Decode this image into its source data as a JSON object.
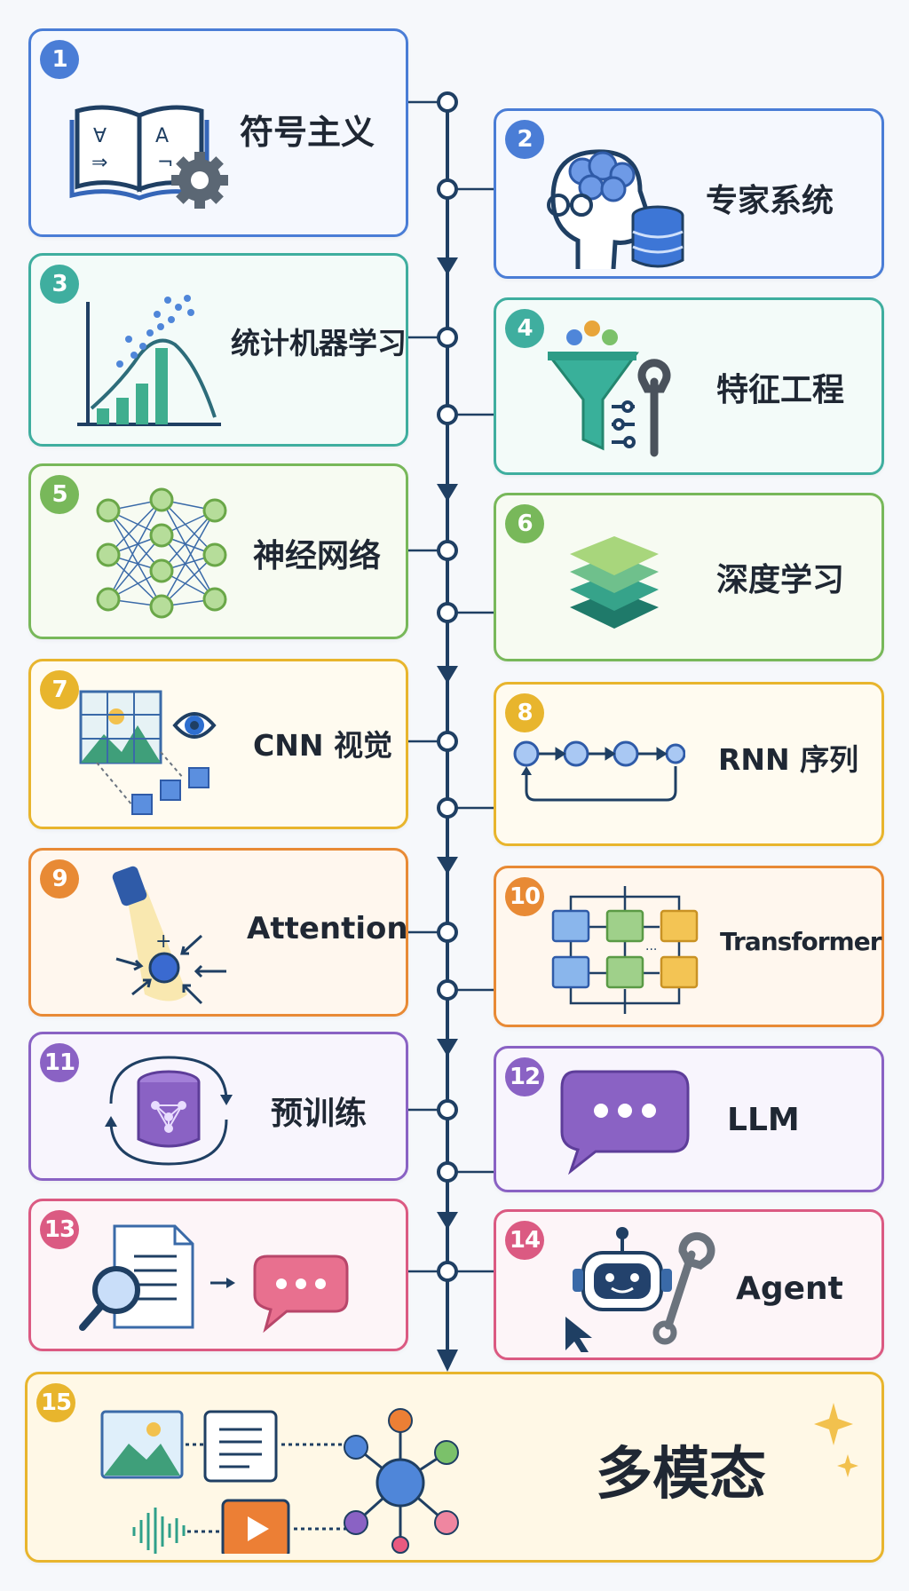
{
  "timeline": {
    "steps": [
      {
        "number": "1",
        "label": "符号主义",
        "color": "#4a7dd6",
        "bg": "#f5f8fe",
        "icon": "book-gear-icon"
      },
      {
        "number": "2",
        "label": "专家系统",
        "color": "#4a7dd6",
        "bg": "#f5f8fe",
        "icon": "brain-database-icon"
      },
      {
        "number": "3",
        "label": "统计机器学习",
        "color": "#3fae9f",
        "bg": "#f3fbf9",
        "icon": "statistics-chart-icon"
      },
      {
        "number": "4",
        "label": "特征工程",
        "color": "#3fae9f",
        "bg": "#f3fbf9",
        "icon": "funnel-wrench-icon"
      },
      {
        "number": "5",
        "label": "神经网络",
        "color": "#78b85a",
        "bg": "#f7fbf2",
        "icon": "neural-network-icon"
      },
      {
        "number": "6",
        "label": "深度学习",
        "color": "#78b85a",
        "bg": "#f7fbf2",
        "icon": "stacked-layers-icon"
      },
      {
        "number": "7",
        "label": "CNN 视觉",
        "color": "#e8b52d",
        "bg": "#fffbf0",
        "icon": "image-eye-icon"
      },
      {
        "number": "8",
        "label": "RNN 序列",
        "color": "#e8b52d",
        "bg": "#fffbf0",
        "icon": "sequence-loop-icon"
      },
      {
        "number": "9",
        "label": "Attention",
        "color": "#e88a35",
        "bg": "#fff7ee",
        "icon": "spotlight-icon"
      },
      {
        "number": "10",
        "label": "Transformer",
        "color": "#e88a35",
        "bg": "#fff7ee",
        "icon": "transformer-blocks-icon"
      },
      {
        "number": "11",
        "label": "预训练",
        "color": "#8a62c4",
        "bg": "#f8f5fd",
        "icon": "database-cycle-icon"
      },
      {
        "number": "12",
        "label": "LLM",
        "color": "#8a62c4",
        "bg": "#f8f5fd",
        "icon": "chat-bubble-icon"
      },
      {
        "number": "13",
        "label": "",
        "color": "#db5a82",
        "bg": "#fdf5f8",
        "icon": "document-search-chat-icon"
      },
      {
        "number": "14",
        "label": "Agent",
        "color": "#db5a82",
        "bg": "#fdf5f8",
        "icon": "robot-wrench-icon"
      },
      {
        "number": "15",
        "label": "多模态",
        "color": "#e8b52d",
        "bg": "#fff8e6",
        "icon": "multimodal-hub-icon"
      }
    ]
  },
  "colors": {
    "spine": "#1f3f63"
  }
}
